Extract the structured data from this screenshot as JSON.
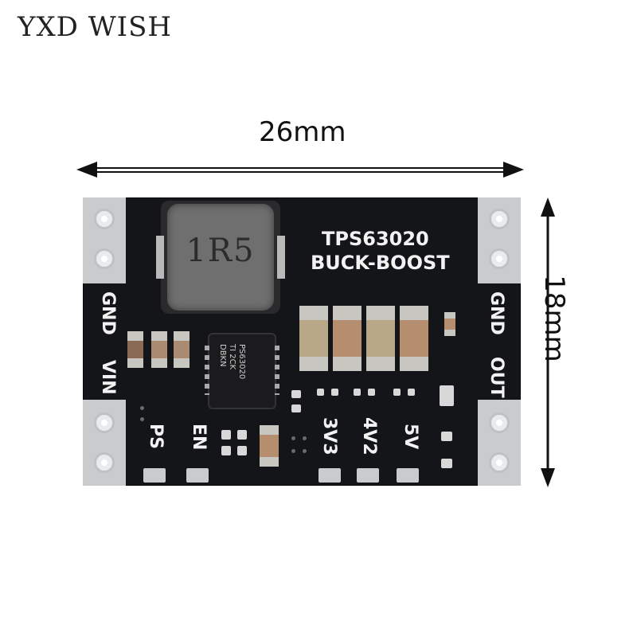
{
  "watermark": "YXD WISH",
  "dimensions": {
    "width_label": "26mm",
    "height_label": "18mm"
  },
  "board": {
    "chip_title": "TPS63020",
    "chip_subtitle": "BUCK-BOOST",
    "inductor_mark": "1R5",
    "ic_marking": "PS63020\nTI 2CK\nDBKN",
    "left_labels": [
      "GND",
      "VIN"
    ],
    "right_labels": [
      "GND",
      "OUT"
    ],
    "bottom_labels": [
      "PS",
      "EN",
      "3V3",
      "4V2",
      "5V"
    ]
  },
  "colors": {
    "board": "#141518",
    "pad": "#c9cbcd",
    "silkscreen": "#f2f2f2"
  }
}
